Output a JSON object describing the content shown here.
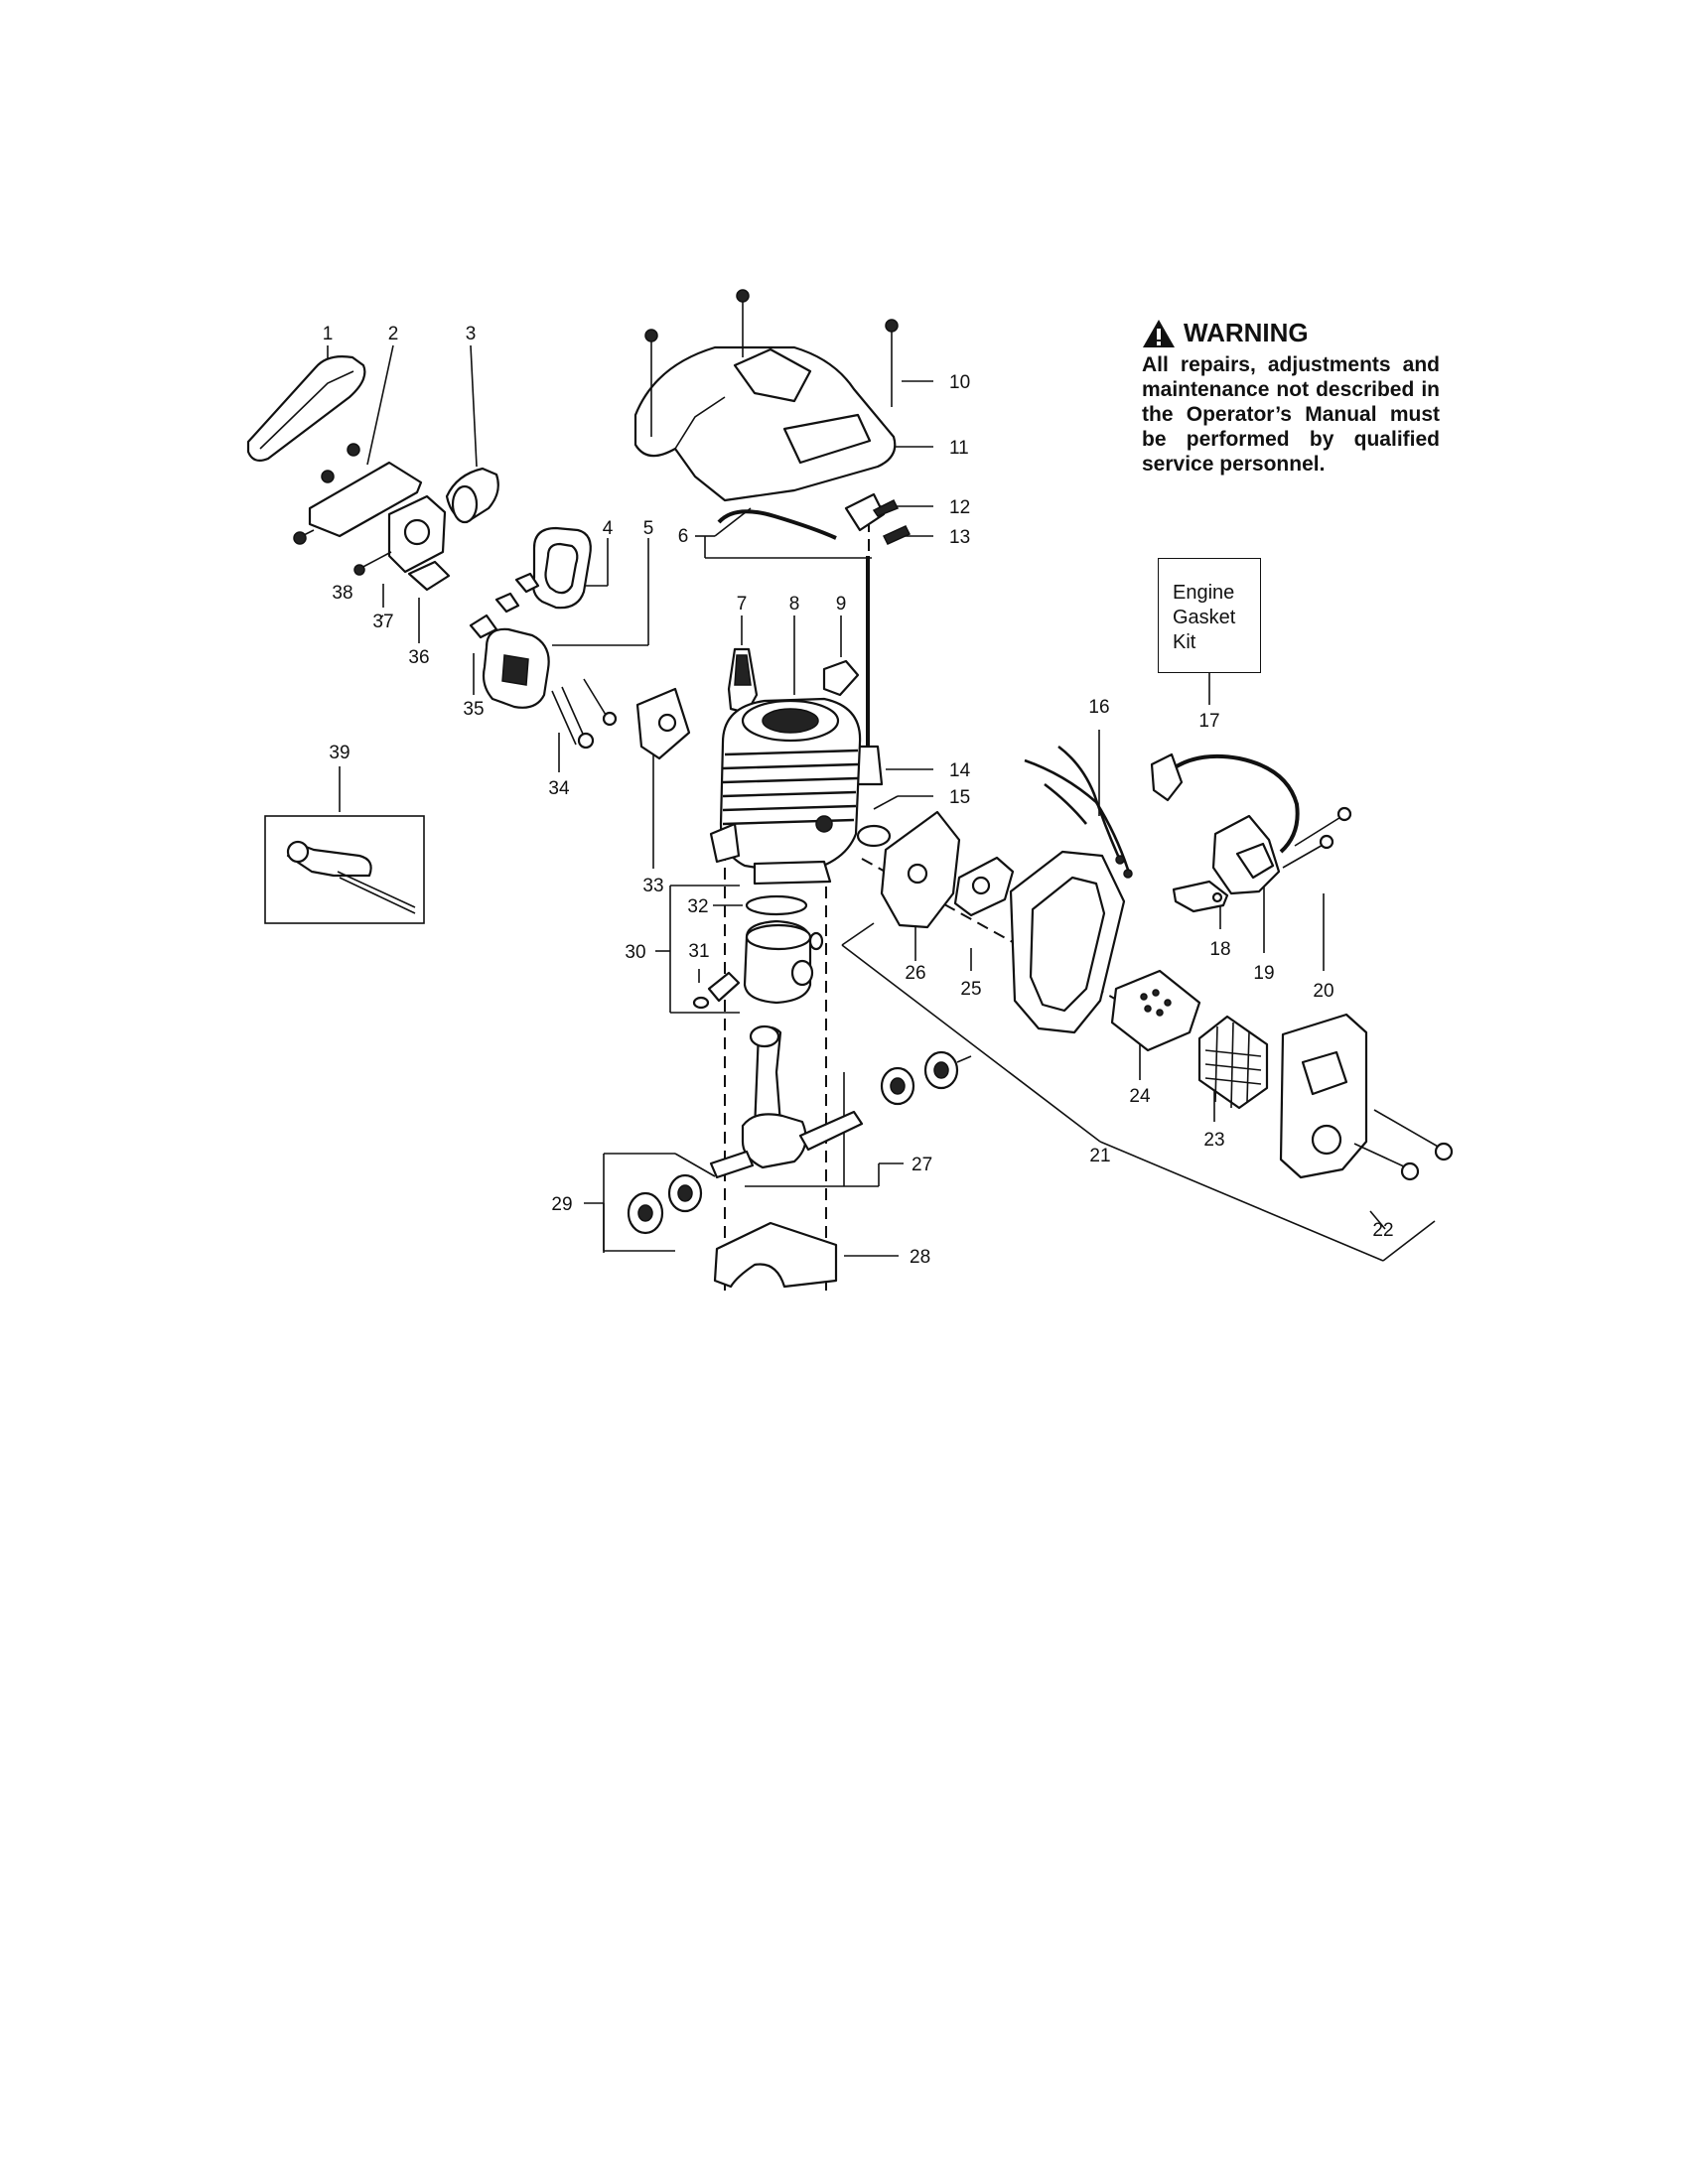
{
  "warning": {
    "icon": "warning-triangle-icon",
    "title": "WARNING",
    "text": "All repairs, adjustments and maintenance not described in the Operator’s Manual must be performed by qualified service personnel."
  },
  "kit_box": {
    "lines": [
      "Engine",
      "Gasket",
      "Kit"
    ]
  },
  "callouts": [
    {
      "id": "c1",
      "text": "1"
    },
    {
      "id": "c2",
      "text": "2"
    },
    {
      "id": "c3",
      "text": "3"
    },
    {
      "id": "c4",
      "text": "4"
    },
    {
      "id": "c5",
      "text": "5"
    },
    {
      "id": "c6",
      "text": "6"
    },
    {
      "id": "c7",
      "text": "7"
    },
    {
      "id": "c8",
      "text": "8"
    },
    {
      "id": "c9",
      "text": "9"
    },
    {
      "id": "c10",
      "text": "10"
    },
    {
      "id": "c11",
      "text": "11"
    },
    {
      "id": "c12",
      "text": "12"
    },
    {
      "id": "c13",
      "text": "13"
    },
    {
      "id": "c14",
      "text": "14"
    },
    {
      "id": "c15",
      "text": "15"
    },
    {
      "id": "c16",
      "text": "16"
    },
    {
      "id": "c17",
      "text": "17"
    },
    {
      "id": "c18",
      "text": "18"
    },
    {
      "id": "c19",
      "text": "19"
    },
    {
      "id": "c20",
      "text": "20"
    },
    {
      "id": "c21",
      "text": "21"
    },
    {
      "id": "c22",
      "text": "22"
    },
    {
      "id": "c23",
      "text": "23"
    },
    {
      "id": "c24",
      "text": "24"
    },
    {
      "id": "c25",
      "text": "25"
    },
    {
      "id": "c26",
      "text": "26"
    },
    {
      "id": "c27",
      "text": "27"
    },
    {
      "id": "c28",
      "text": "28"
    },
    {
      "id": "c29",
      "text": "29"
    },
    {
      "id": "c30",
      "text": "30"
    },
    {
      "id": "c31",
      "text": "31"
    },
    {
      "id": "c32",
      "text": "32"
    },
    {
      "id": "c33",
      "text": "33"
    },
    {
      "id": "c34",
      "text": "34"
    },
    {
      "id": "c35",
      "text": "35"
    },
    {
      "id": "c36",
      "text": "36"
    },
    {
      "id": "c37",
      "text": "37"
    },
    {
      "id": "c38",
      "text": "38"
    },
    {
      "id": "c39",
      "text": "39"
    }
  ]
}
